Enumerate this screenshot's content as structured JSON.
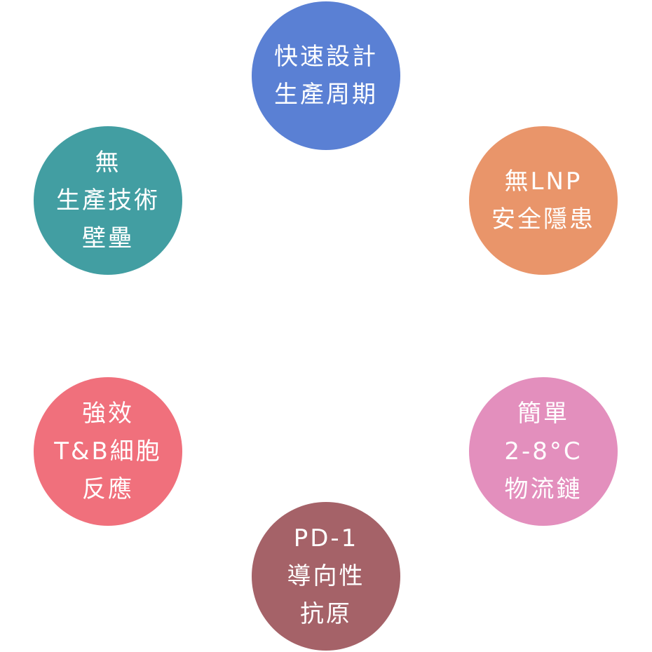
{
  "circles": [
    {
      "id": "c-top",
      "color": "#5a80d4",
      "lines": [
        "快速設計",
        "生產周期"
      ]
    },
    {
      "id": "c-tr",
      "color": "#e9956a",
      "lines": [
        "無LNP",
        "安全隱患"
      ]
    },
    {
      "id": "c-br",
      "color": "#e38fbd",
      "lines": [
        "簡單",
        "2-8°C",
        "物流鏈"
      ]
    },
    {
      "id": "c-bottom",
      "color": "#a56268",
      "lines": [
        "PD-1",
        "導向性",
        "抗原"
      ]
    },
    {
      "id": "c-bl",
      "color": "#f0707c",
      "lines": [
        "強效",
        "T&B細胞",
        "反應"
      ]
    },
    {
      "id": "c-tl",
      "color": "#429ea2",
      "lines": [
        "無",
        "生產技術",
        "壁壘"
      ]
    }
  ]
}
